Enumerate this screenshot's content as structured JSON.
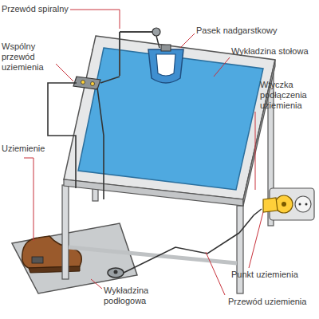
{
  "diagram": {
    "labels": [
      "Przewód spiralny",
      "Pasek nadgarstkowy",
      "Wspólny przewód uziemienia",
      "Wykładzina stołowa",
      "Wtyczka podłączenia uziemienia",
      "Uziemienie",
      "Punkt uziemienia",
      "Przewód uziemienia",
      "Wykładzina podłogowa"
    ]
  }
}
